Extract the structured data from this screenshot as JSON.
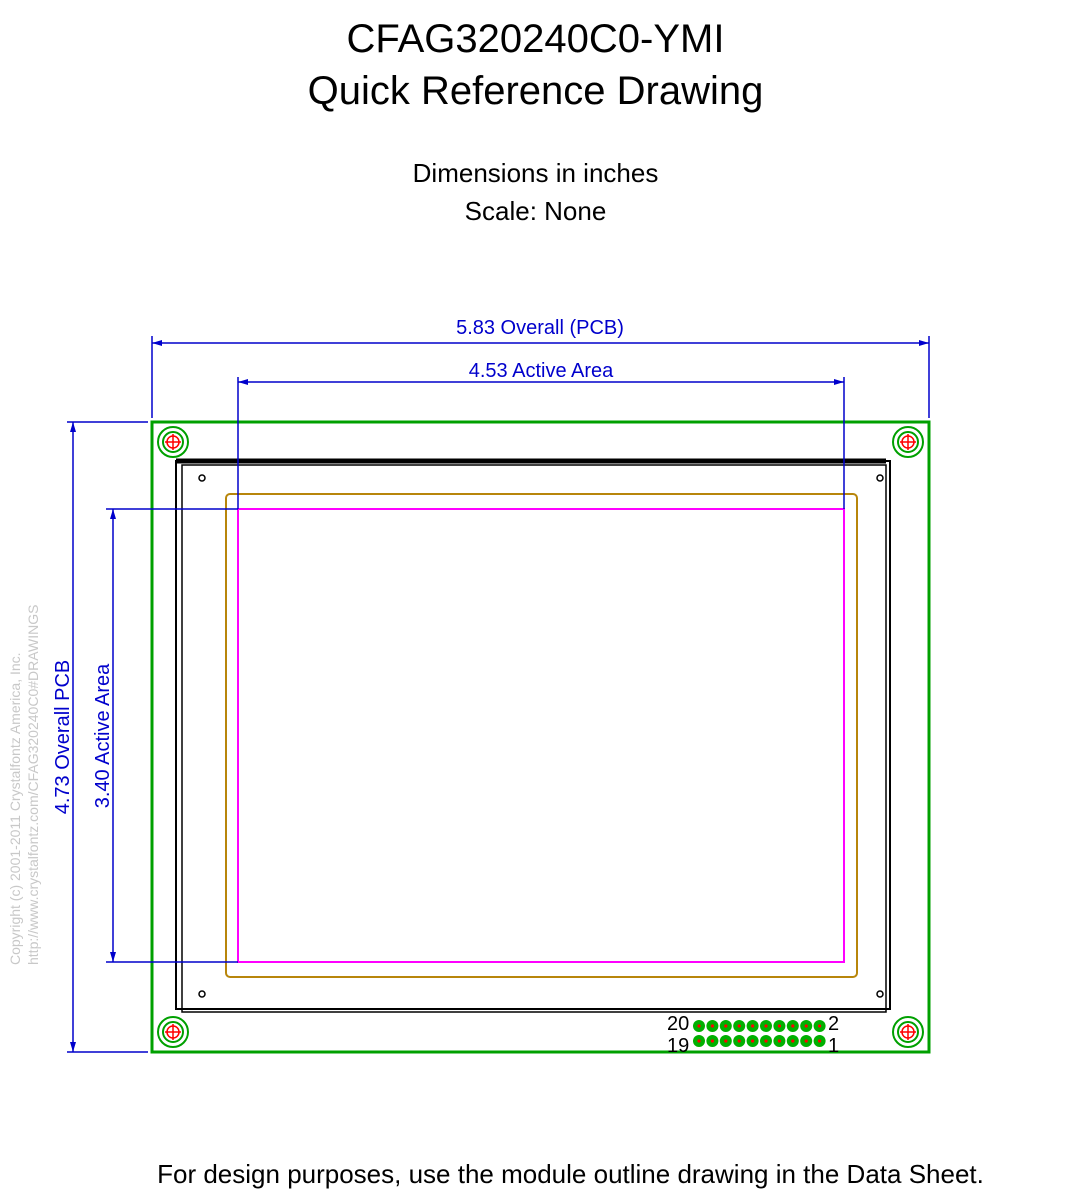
{
  "header": {
    "part_number": "CFAG320240C0-YMI",
    "subtitle": "Quick Reference Drawing",
    "units_note": "Dimensions in inches",
    "scale_note": "Scale: None"
  },
  "dimensions": {
    "overall_width_label": "5.83 Overall (PCB)",
    "active_width_label": "4.53 Active Area",
    "overall_height_label": "4.73 Overall PCB",
    "active_height_label": "3.40 Active Area"
  },
  "connector": {
    "pin_top_left": "20",
    "pin_bottom_left": "19",
    "pin_top_right": "2",
    "pin_bottom_right": "1"
  },
  "watermark": {
    "copyright": "Copyright (c) 2001-2011 Crystalfontz America, Inc.",
    "url": "http://www.crystalfontz.com/CFAG320240C0#DRAWINGS"
  },
  "footer": {
    "note": "For design purposes, use the module outline drawing in the Data Sheet."
  },
  "colors": {
    "dimension": "#0000cc",
    "pcb_outline": "#00a000",
    "viewing_area": "#b8860b",
    "active_area": "#ff00ff",
    "pin_pad": "#00b000",
    "hole_mark": "#ff0000"
  }
}
